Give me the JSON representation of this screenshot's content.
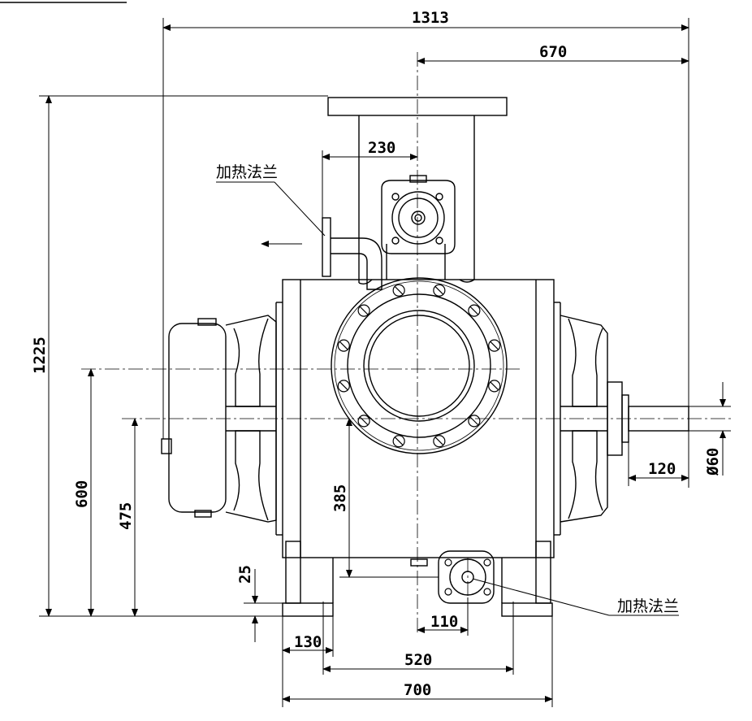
{
  "dimensions": {
    "overall_length": "1313",
    "flange_to_shaft_end": "670",
    "outlet_offset": "230",
    "overall_height": "1225",
    "shaft_height": "600",
    "inlet_height": "475",
    "outlet_flange_height": "385",
    "foot_thickness": "25",
    "foot_width": "130",
    "shaft_length": "120",
    "shaft_diameter": "Ø60",
    "drain_offset": "110",
    "bolt_spacing": "520",
    "base_width": "700"
  },
  "labels": {
    "heating_flange_top": "加热法兰",
    "heating_flange_bottom": "加热法兰"
  }
}
